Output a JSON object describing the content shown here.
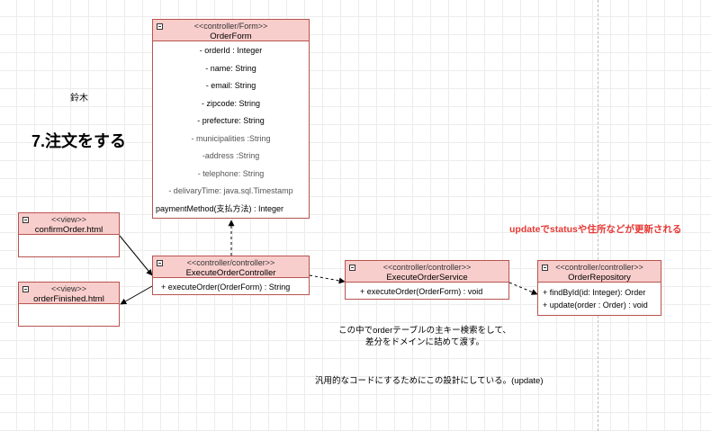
{
  "annotations": {
    "author": "鈴木",
    "heading": "7.注文をする",
    "update_note": "updateでstatusや住所などが更新される",
    "service_note_line1": "この中でorderテーブルの主キー検索をして、",
    "service_note_line2": "差分をドメインに詰めて渡す。",
    "design_note": "汎用的なコードにするためにこの設計にしている。(update)"
  },
  "colors": {
    "header_fill": "#f8cecc",
    "border": "#b85450",
    "red_note": "#e53935"
  },
  "classes": {
    "order_form": {
      "stereotype": "<<controller/Form>>",
      "name": "OrderForm",
      "fields": [
        "- orderId : Integer",
        "- name: String",
        "- email: String",
        "- zipcode: String",
        "- prefecture: String",
        "- municipalities  :String",
        "-address  :String",
        "- telephone: String",
        "- delivaryTime: java.sql.Timestamp",
        "paymentMethod(支払方法) : Integer"
      ]
    },
    "confirm_order": {
      "stereotype": "<<view>>",
      "name": "confirmOrder.html"
    },
    "order_finished": {
      "stereotype": "<<view>>",
      "name": "orderFinished.html"
    },
    "execute_order_controller": {
      "stereotype": "<<controller/controller>>",
      "name": "ExecuteOrderController",
      "ops": [
        "+ executeOrder(OrderForm) : String"
      ]
    },
    "execute_order_service": {
      "stereotype": "<<controller/controller>>",
      "name": "ExecuteOrderService",
      "ops": [
        "+ executeOrder(OrderForm) : void"
      ]
    },
    "order_repository": {
      "stereotype": "<<controller/controller>>",
      "name": "OrderRepository",
      "ops": [
        "+ findById(id: Integer): Order",
        "+ update(order : Order) : void"
      ]
    }
  }
}
